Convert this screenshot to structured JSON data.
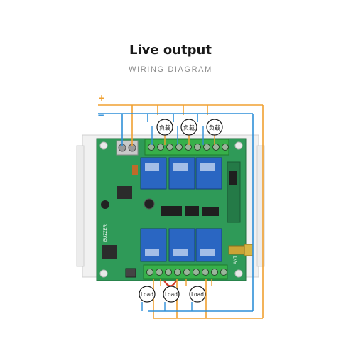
{
  "header": {
    "title": "Live output",
    "subtitle": "WIRING DIAGRAM"
  },
  "power": {
    "positive_symbol": "+",
    "negative_symbol": "−"
  },
  "top_loads": [
    "负载",
    "负载",
    "负载"
  ],
  "bottom_loads": [
    "Load",
    "Load",
    "Load"
  ],
  "board": {
    "buzzer_label": "BUZZER",
    "antenna_label": "ANT"
  },
  "colors": {
    "positive_wire": "#f0a030",
    "negative_wire": "#2e8fd8",
    "pcb": "#2f9a58",
    "terminal": "#37b04a",
    "relay": "#2a66c2"
  }
}
